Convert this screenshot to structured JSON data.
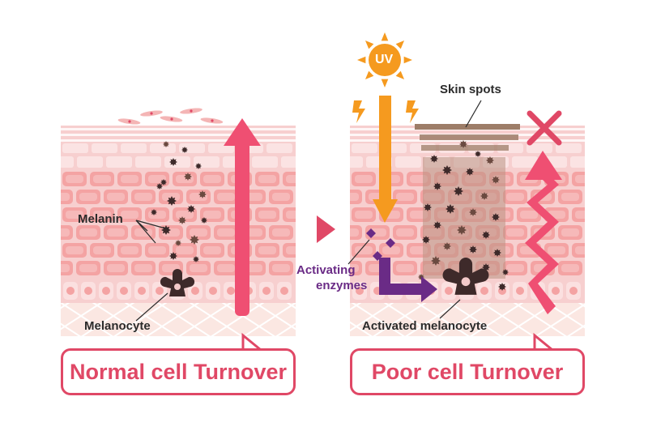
{
  "labels": {
    "melanin": "Melanin",
    "melanocyte": "Melanocyte",
    "uv": "UV",
    "skin_spots": "Skin spots",
    "activating_enzymes_line1": "Activating",
    "activating_enzymes_line2": "enzymes",
    "activated_melanocyte": "Activated melanocyte"
  },
  "captions": {
    "normal": "Normal cell Turnover",
    "poor": "Poor cell Turnover"
  },
  "icons": {
    "sun": "sun-icon",
    "cross": "cross-icon",
    "next_arrow": "play-triangle-icon"
  },
  "colors": {
    "skin_base": "#f7cfcf",
    "cell": "#f4a3a3",
    "cell_light": "#fbe3e3",
    "accent_red": "#e04866",
    "arrow_pink": "#ef4f72",
    "uv_orange": "#f59a1f",
    "enzyme_purple": "#6a2b86",
    "melanin_dark": "#3e2a2a",
    "melanin_brown": "#6b4a40",
    "spot_brown": "#9d7d68"
  }
}
